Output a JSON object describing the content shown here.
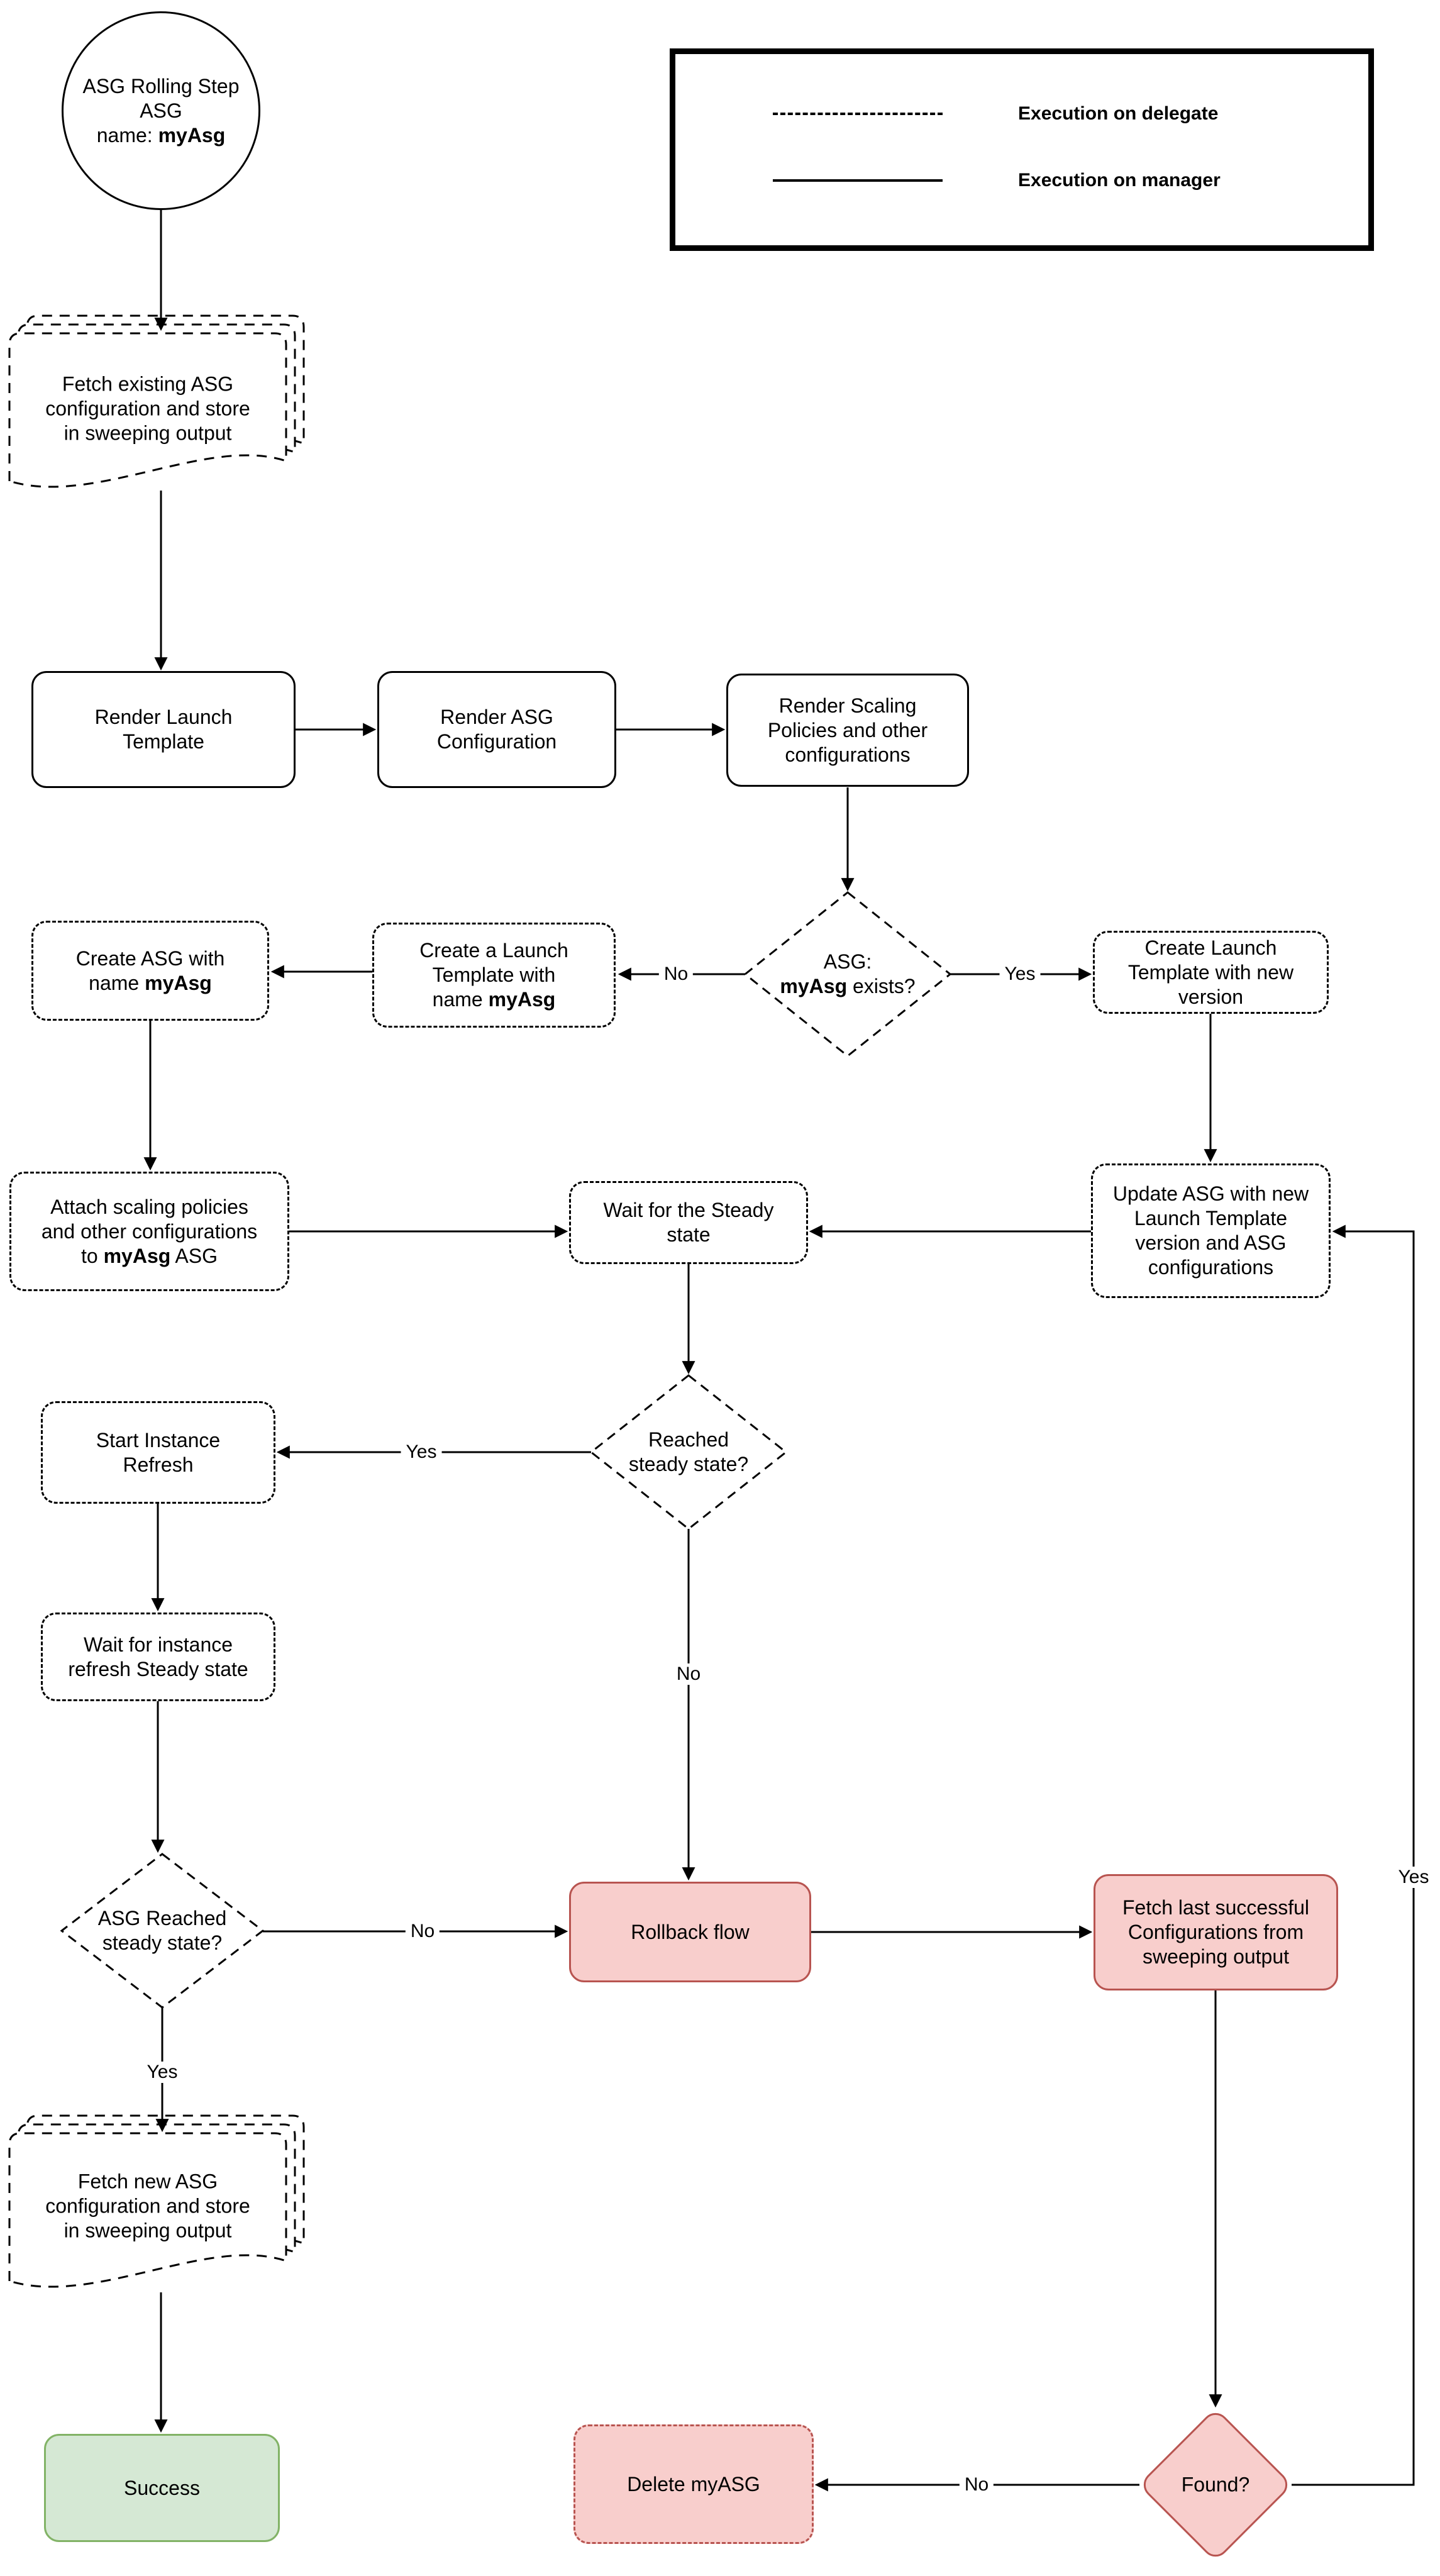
{
  "legend": {
    "delegate_label": "Execution on delegate",
    "manager_label": "Execution on manager"
  },
  "colors": {
    "red_fill": "#f8cecc",
    "red_border": "#b85450",
    "green_fill": "#d5e8d4",
    "green_border": "#82b366",
    "line": "#000000"
  },
  "nodes": {
    "start": {
      "lines": [
        "ASG Rolling Step",
        "ASG"
      ],
      "name_prefix": "name: ",
      "name_bold": "myAsg"
    },
    "fetch_existing": {
      "lines": [
        "Fetch existing ASG",
        "configuration and store",
        "in sweeping output"
      ]
    },
    "render_launch_template": {
      "lines": [
        "Render Launch",
        "Template"
      ]
    },
    "render_asg_configuration": {
      "lines": [
        "Render ASG",
        "Configuration"
      ]
    },
    "render_scaling_policies": {
      "lines": [
        "Render Scaling",
        "Policies and other",
        "configurations"
      ]
    },
    "asg_exists_decision": {
      "line1": "ASG:",
      "bold": "myAsg",
      "suffix": " exists?"
    },
    "create_launch_template": {
      "lines": [
        "Create a Launch",
        "Template with"
      ],
      "name_prefix": "name ",
      "name_bold": "myAsg"
    },
    "create_asg": {
      "line1": "Create ASG with",
      "name_prefix": "name ",
      "name_bold": "myAsg"
    },
    "create_launch_template_new_version": {
      "lines": [
        "Create Launch",
        "Template with new",
        "version"
      ]
    },
    "attach_scaling_policies": {
      "lines": [
        "Attach scaling policies",
        "and other configurations"
      ],
      "prefix": "to ",
      "bold": "myAsg",
      "suffix": " ASG"
    },
    "wait_steady_state": {
      "lines": [
        "Wait for the Steady",
        "state"
      ]
    },
    "update_asg": {
      "lines": [
        "Update ASG with new",
        "Launch Template",
        "version and ASG",
        "configurations"
      ]
    },
    "reached_steady_decision": {
      "lines": [
        "Reached",
        "steady state?"
      ]
    },
    "start_instance_refresh": {
      "lines": [
        "Start Instance",
        "Refresh"
      ]
    },
    "wait_instance_refresh": {
      "lines": [
        "Wait for instance",
        "refresh Steady state"
      ]
    },
    "asg_reached_steady_decision": {
      "lines": [
        "ASG Reached",
        "steady state?"
      ]
    },
    "rollback_flow": {
      "lines": [
        "Rollback flow"
      ]
    },
    "fetch_last_successful": {
      "lines": [
        "Fetch last successful",
        "Configurations from",
        "sweeping output"
      ]
    },
    "fetch_new_asg": {
      "lines": [
        "Fetch new ASG",
        "configuration and store",
        "in sweeping output"
      ]
    },
    "success": {
      "lines": [
        "Success"
      ]
    },
    "delete_myasg": {
      "lines": [
        "Delete myASG"
      ]
    },
    "found_decision": {
      "lines": [
        "Found?"
      ]
    }
  },
  "edge_labels": {
    "asg_exists_no": "No",
    "asg_exists_yes": "Yes",
    "reached_steady_yes": "Yes",
    "reached_steady_no": "No",
    "asg_reached_no": "No",
    "asg_reached_yes": "Yes",
    "found_no": "No",
    "found_yes": "Yes"
  }
}
